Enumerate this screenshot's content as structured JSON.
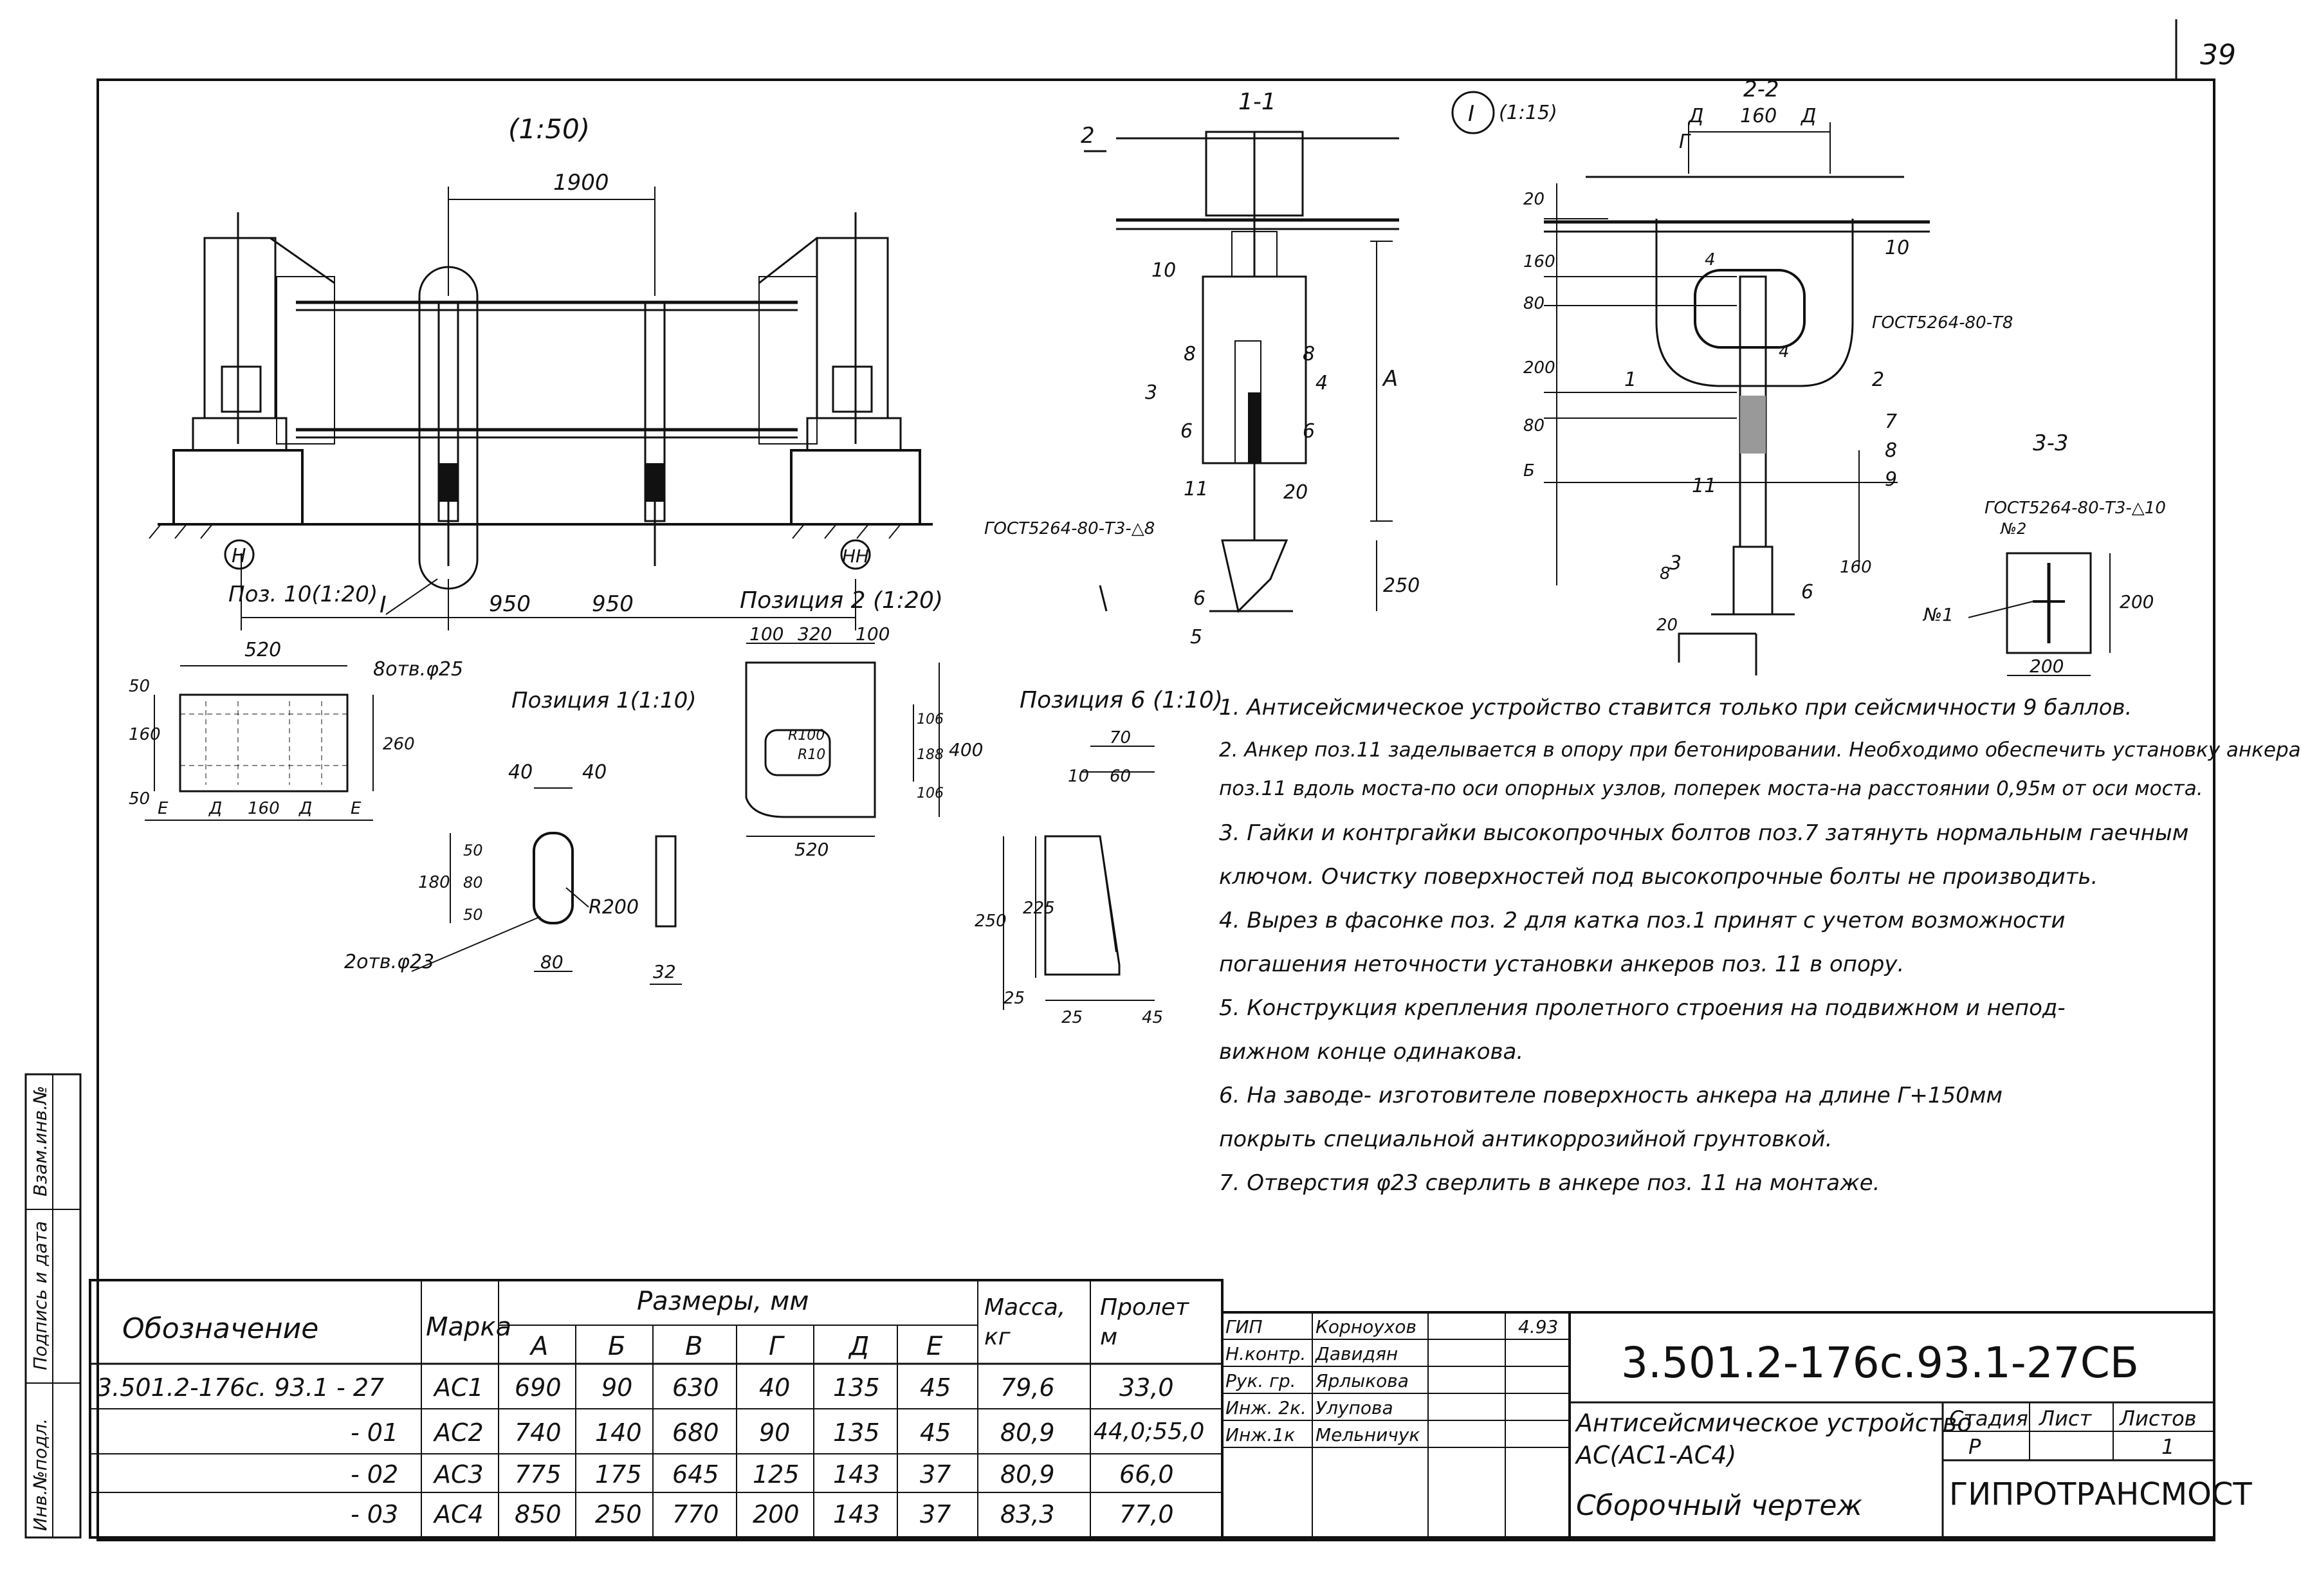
{
  "page_number": "39",
  "main_view": {
    "scale": "(1:50)",
    "dim_span": "1900",
    "dim_left": "950",
    "dim_right": "950",
    "axis_left": "Н",
    "axis_right": "НН",
    "poz10": "Поз. 10(1:20)",
    "callout": "I"
  },
  "section_1_1": {
    "title": "1-1",
    "cut_mark": "2",
    "labels": [
      "10",
      "8",
      "8",
      "3",
      "4",
      "6",
      "6",
      "11",
      "20",
      "6",
      "5"
    ],
    "dim_a": "А",
    "dim_250": "250",
    "gost": "ГОСТ5264-80-Т3-△8"
  },
  "detail_I": {
    "title": "I",
    "scale": "(1:15)",
    "section_2_2": "2-2",
    "dims_top": [
      "Д",
      "160",
      "Д"
    ],
    "dim_gamma": "Г",
    "left_dims": [
      "20",
      "160",
      "80",
      "200",
      "80",
      "Б"
    ],
    "bottom_dims": [
      "8",
      "20"
    ],
    "labels": [
      "10",
      "2",
      "1",
      "4",
      "4",
      "7",
      "8",
      "9",
      "11",
      "6",
      "160"
    ],
    "gost": "ГОСТ5264-80-Т8",
    "cut": "3"
  },
  "section_3_3": {
    "title": "3-3",
    "gost": "ГОСТ5264-80-Т3-△10",
    "n1": "№1",
    "n2": "№2",
    "dim_w": "200",
    "dim_h": "200"
  },
  "plate_poz10": {
    "dim_520": "520",
    "holes": "8отв.φ25",
    "left_dims": [
      "50",
      "160",
      "50"
    ],
    "right_dim": "260",
    "bottom_dims": [
      "Е",
      "Д",
      "160",
      "Д",
      "Е"
    ]
  },
  "position_1": {
    "title": "Позиция 1(1:10)",
    "top_dims": [
      "40",
      "40"
    ],
    "left_dims": [
      "180",
      "50",
      "80",
      "50"
    ],
    "radius": "R200",
    "holes": "2отв.φ23",
    "dim_80": "80",
    "dim_32": "32"
  },
  "position_2": {
    "title": "Позиция 2 (1:20)",
    "top_dims": [
      "100",
      "320",
      "100"
    ],
    "r100": "R100",
    "r10": "R10",
    "right_dims": [
      "106",
      "188",
      "106"
    ],
    "dim_400": "400",
    "dim_520": "520"
  },
  "position_6": {
    "title": "Позиция 6 (1:10)",
    "top_dims": [
      "70",
      "10",
      "60"
    ],
    "left_dims": [
      "250",
      "225",
      "25"
    ],
    "bottom_dims": [
      "25",
      "45"
    ]
  },
  "notes": [
    "1. Антисейсмическое устройство ставится только при сейсмичности 9 баллов.",
    "2. Анкер поз.11 заделывается в опору при бетонировании. Необходимо обеспечить установку анкера",
    "поз.11 вдоль моста-по оси опорных узлов, поперек моста-на расстоянии 0,95м от оси моста.",
    "3. Гайки и контргайки высокопрочных болтов поз.7 затянуть нормальным гаечным",
    "ключом. Очистку поверхностей под высокопрочные болты не производить.",
    "4. Вырез в фасонке поз. 2 для катка поз.1 принят с учетом возможности",
    "погашения неточности установки анкеров поз. 11 в опору.",
    "5. Конструкция крепления пролетного строения на подвижном и непод-",
    "вижном конце одинакова.",
    "6. На заводе- изготовителе поверхность анкера на длине Г+150мм",
    "покрыть специальной антикоррозийной грунтовкой.",
    "7. Отверстия φ23 сверлить в анкере поз. 11 на монтаже."
  ],
  "side_stamp": [
    "Взам.инв.№",
    "Подпись и дата",
    "Инв.№подл."
  ],
  "spec_table": {
    "headers": {
      "designation": "Обозначение",
      "mark": "Марка",
      "dims_group": "Размеры, мм",
      "cols": [
        "А",
        "Б",
        "В",
        "Г",
        "Д",
        "Е"
      ],
      "mass": "Масса, кг",
      "span": "Пролет м"
    },
    "rows": [
      [
        "3.501.2-176с. 93.1 - 27",
        "АС1",
        "690",
        "90",
        "630",
        "40",
        "135",
        "45",
        "79,6",
        "33,0"
      ],
      [
        "- 01",
        "АС2",
        "740",
        "140",
        "680",
        "90",
        "135",
        "45",
        "80,9",
        "44,0;55,0"
      ],
      [
        "- 02",
        "АС3",
        "775",
        "175",
        "645",
        "125",
        "143",
        "37",
        "80,9",
        "66,0"
      ],
      [
        "- 03",
        "АС4",
        "850",
        "250",
        "770",
        "200",
        "143",
        "37",
        "83,3",
        "77,0"
      ]
    ]
  },
  "title_block": {
    "signers": [
      [
        "ГИП",
        "Корноухов"
      ],
      [
        "Н.контр.",
        "Давидян"
      ],
      [
        "Рук. гр.",
        "Ярлыкова"
      ],
      [
        "Инж. 2к.",
        "Улупова"
      ],
      [
        "Инж.1к",
        "Мельничук"
      ]
    ],
    "date": "4.93",
    "doc_code": "3.501.2-176с.93.1-27СБ",
    "title_lines": [
      "Антисейсмическое устройство",
      "АС(АС1-АС4)",
      "Сборочный чертеж"
    ],
    "stage_label": "Стадия",
    "sheet_label": "Лист",
    "sheets_label": "Листов",
    "stage": "Р",
    "sheets": "1",
    "company": "ГИПРОТРАНСМОСТ"
  }
}
